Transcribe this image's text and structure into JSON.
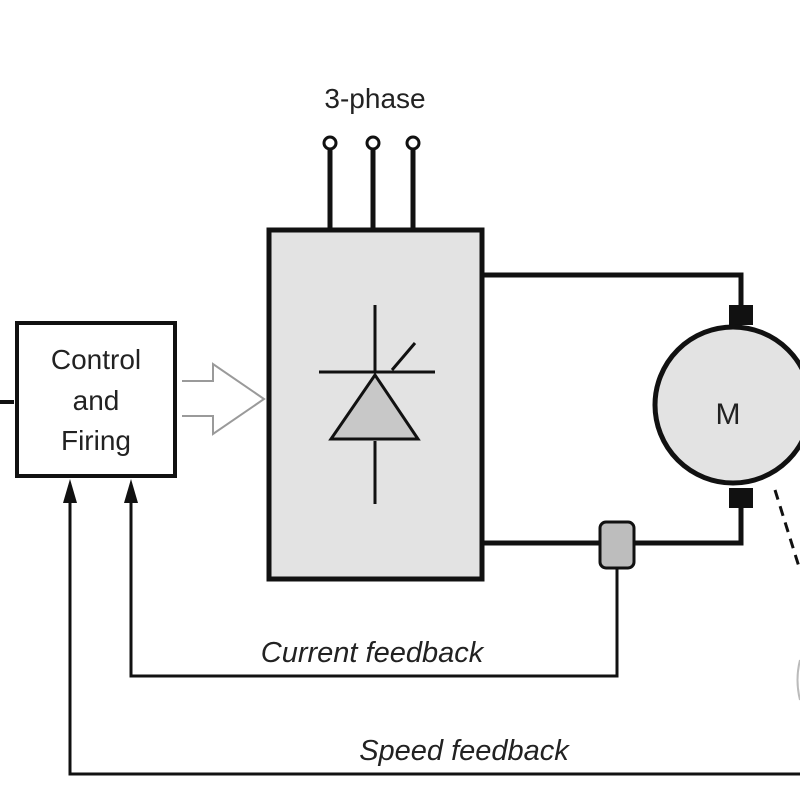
{
  "diagram": {
    "title": "DC motor drive with thyristor converter",
    "supply_label": "3-phase",
    "control_block": {
      "lines": [
        "Control",
        "and",
        "Firing"
      ]
    },
    "converter_block": {
      "symbol": "thyristor-icon"
    },
    "motor": {
      "label": "M"
    },
    "current_sensor": {
      "symbol": "current-sensor-icon"
    },
    "feedback": {
      "current_label": "Current feedback",
      "speed_label": "Speed feedback"
    },
    "colors": {
      "line": "#111111",
      "block_fill": "#e3e3e3",
      "control_fill": "#ffffff",
      "thyristor_fill": "#c8c8c8",
      "sensor_fill": "#bdbdbd",
      "arrow_outline": "#9a9a9a"
    }
  }
}
